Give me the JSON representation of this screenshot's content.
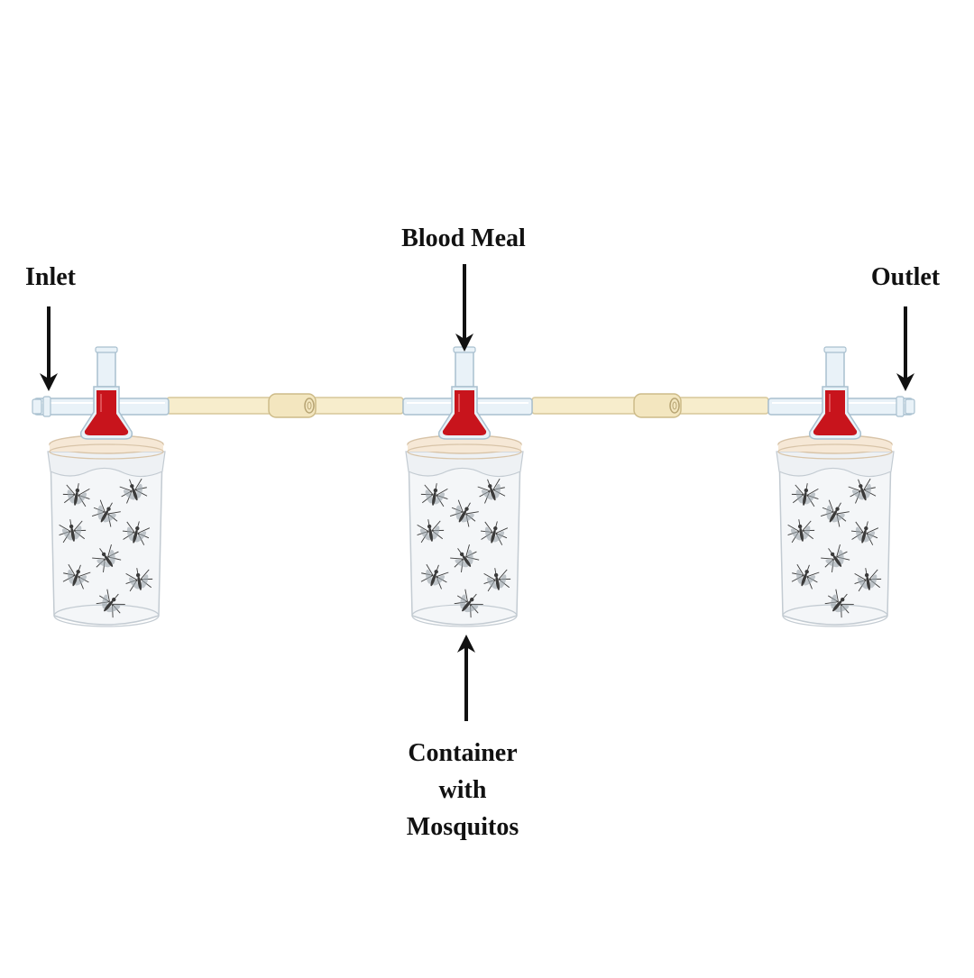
{
  "labels": {
    "inlet": "Inlet",
    "blood_meal": "Blood Meal",
    "outlet": "Outlet",
    "container_lines": [
      "Container",
      "with",
      "Mosquitos"
    ]
  },
  "colors": {
    "blood": "#c8141c",
    "tube": "#e9f2f8",
    "tube_outline": "#a9c0cf",
    "connector": "#f7edcc",
    "connector_outline": "#d7c79a",
    "lid": "#f6e8d6",
    "jar": "#f4f6f8",
    "jar_outline": "#c3cbd2",
    "mosquito": "#3b3b3b",
    "arrow": "#111111"
  },
  "diagram": {
    "units": 3,
    "mosquitoes_per_container": 9
  }
}
